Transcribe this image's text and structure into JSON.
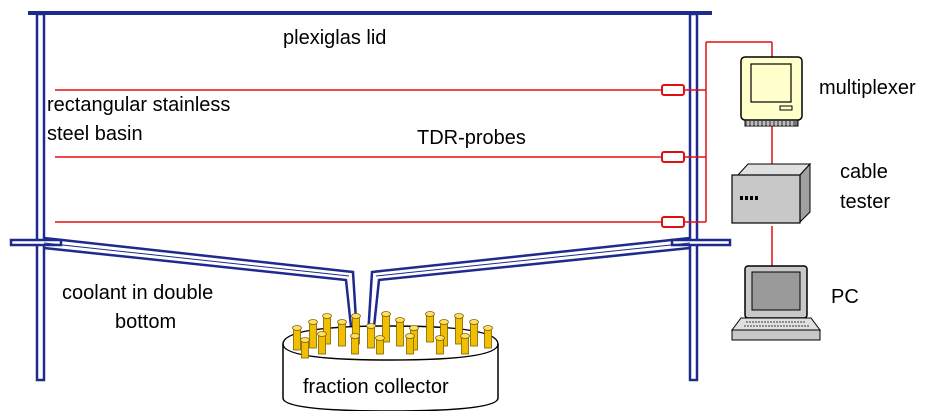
{
  "labels": {
    "lid": "plexiglas lid",
    "basin_line1": "rectangular stainless",
    "basin_line2": "steel basin",
    "probes": "TDR-probes",
    "coolant_line1": "coolant in double",
    "coolant_line2": "bottom",
    "collector": "fraction collector",
    "multiplexer": "multiplexer",
    "tester_line1": "cable",
    "tester_line2": "tester",
    "pc": "PC"
  },
  "icons": {
    "multiplexer": "computer-monitor-icon",
    "cable_tester": "instrument-box-icon",
    "pc": "personal-computer-icon"
  },
  "colors": {
    "basin": "#1e2a8c",
    "wires": "#e01010",
    "vials": "#f0c000",
    "multiplexer_screen": "#ffffcc",
    "device_gray": "#c8c8c8"
  }
}
